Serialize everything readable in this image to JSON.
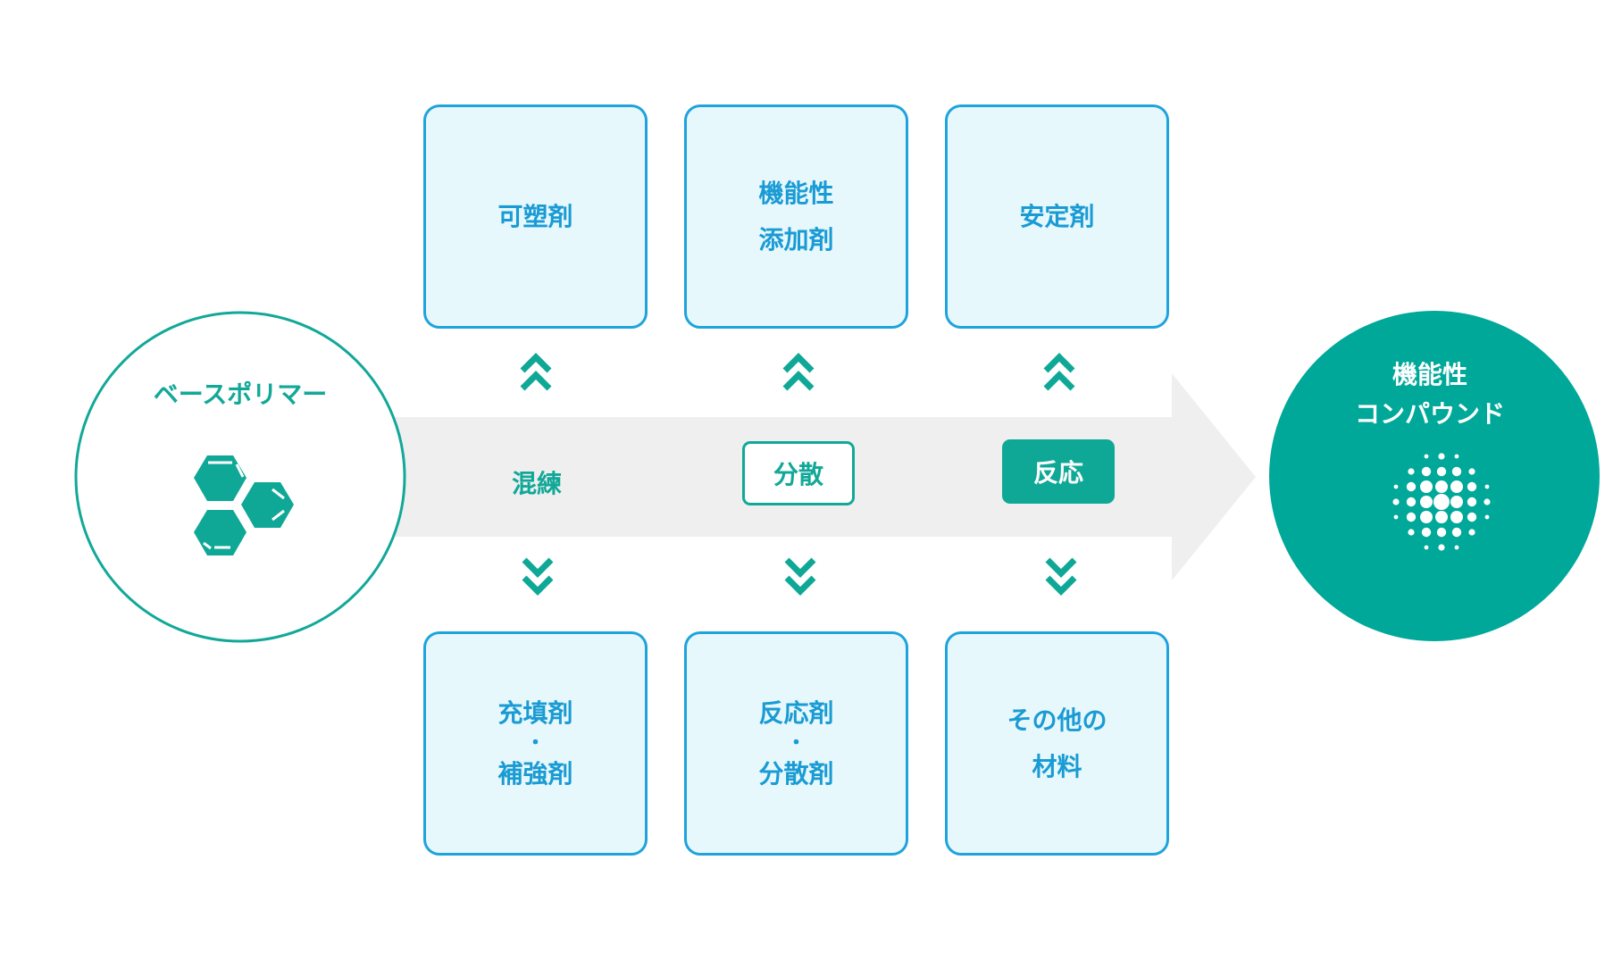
{
  "base_polymer": {
    "label": "ベースポリマー",
    "icon": "hexagon-molecule-icon"
  },
  "result": {
    "line1": "機能性",
    "line2": "コンパウンド",
    "icon": "dot-burst-icon"
  },
  "processes": {
    "kneading": "混練",
    "dispersion": "分散",
    "reaction": "反応"
  },
  "top_boxes": [
    {
      "line1": "可塑剤"
    },
    {
      "line1": "機能性",
      "line2": "添加剤"
    },
    {
      "line1": "安定剤"
    }
  ],
  "bottom_boxes": [
    {
      "line1": "充填剤",
      "sep": "・",
      "line2": "補強剤"
    },
    {
      "line1": "反応剤",
      "sep": "・",
      "line2": "分散剤"
    },
    {
      "line1": "その他の",
      "line2": "材料"
    }
  ],
  "colors": {
    "teal": "#12a898",
    "blue": "#1fa3dd",
    "box_fill": "#e7f8fd",
    "arrow": "#efefef"
  }
}
